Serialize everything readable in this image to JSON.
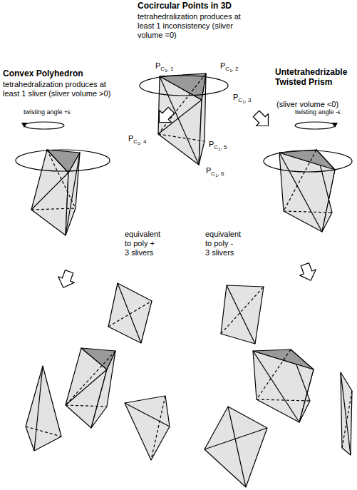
{
  "diagram": {
    "labels": [
      "Cocircular Points in 3D",
      "tetrahedralization produces at least 1 inconsistency (sliver volume =0)",
      "Convex Polyhedron",
      "tetrahedralization produces at least 1 sliver (sliver volume >0)",
      "Untetrahedrizable Twisted Prism",
      "(sliver volume <0)",
      "PC1, 1",
      "PC1, 2",
      "PC1, 3",
      "twisting angle +ε",
      "twisting angle -ε",
      "PC1, 4",
      "PC1, 5",
      "PC1, 6",
      "equivalent to poly + 3 slivers",
      "equivalent to poly - 3 slivers"
    ]
  }
}
